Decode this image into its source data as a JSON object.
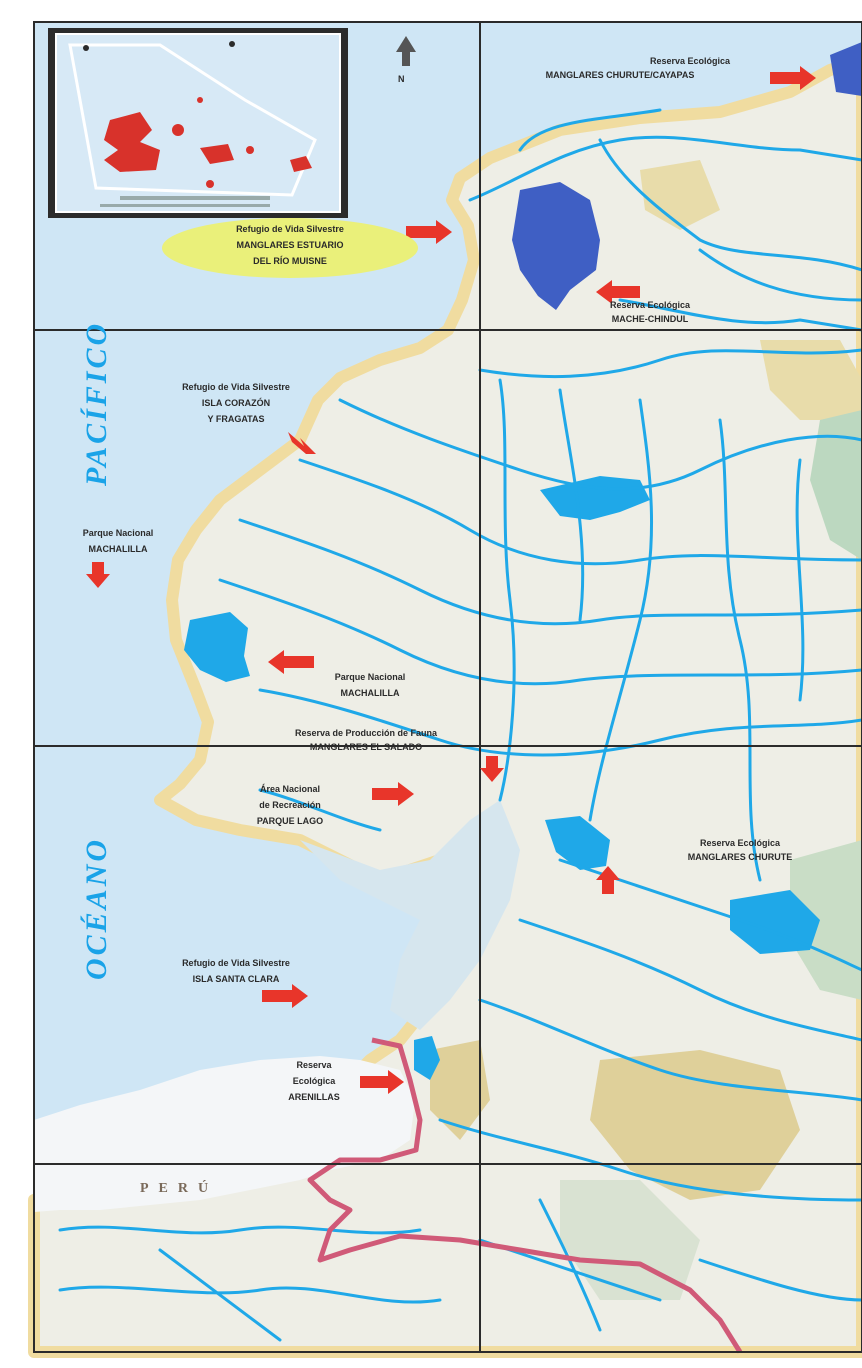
{
  "map": {
    "north_label": "N",
    "ocean_label_1": "PACÍFICO",
    "ocean_label_2": "OCÉANO",
    "country_label": "PERÚ",
    "colors": {
      "ocean": "#cfe6f5",
      "land": "#eeeee6",
      "coast": "#f0dca0",
      "river": "#1fa8e8",
      "reserve_dark": "#3f5fc4",
      "arrow": "#e8352a",
      "border": "#d05a78",
      "highland": "#dfd09a",
      "relief": "#bcd8c0"
    },
    "areas": [
      {
        "id": "cotacachi",
        "line1": "Reserva Ecológica",
        "line2": "MANGLARES CHURUTE/CAYAPAS"
      },
      {
        "id": "muisne",
        "line1": "Refugio de Vida Silvestre",
        "line2": "MANGLARES ESTUARIO",
        "line3": "DEL RÍO MUISNE"
      },
      {
        "id": "mache",
        "line1": "Reserva Ecológica",
        "line2": "MACHE-CHINDUL"
      },
      {
        "id": "corazon",
        "line1": "Refugio de Vida Silvestre",
        "line2": "ISLA CORAZÓN",
        "line3": "Y FRAGATAS"
      },
      {
        "id": "machalilla1",
        "line1": "Parque Nacional",
        "line2": "MACHALILLA"
      },
      {
        "id": "machalilla2",
        "line1": "Parque Nacional",
        "line2": "MACHALILLA"
      },
      {
        "id": "fauna",
        "line1": "Reserva de Producción de Fauna",
        "line2": "MANGLARES EL SALADO"
      },
      {
        "id": "recreacion",
        "line1": "Área Nacional",
        "line2": "de Recreación",
        "line3": "PARQUE LAGO"
      },
      {
        "id": "churute",
        "line1": "Reserva Ecológica",
        "line2": "MANGLARES CHURUTE"
      },
      {
        "id": "santaclara",
        "line1": "Refugio de Vida Silvestre",
        "line2": "ISLA SANTA CLARA"
      },
      {
        "id": "arenillas",
        "line1": "Reserva",
        "line2": "Ecológica",
        "line3": "ARENILLAS"
      }
    ]
  }
}
